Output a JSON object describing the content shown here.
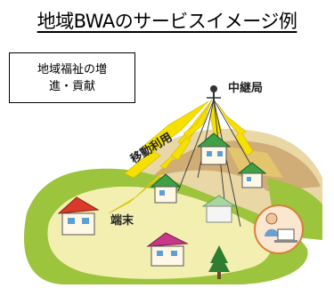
{
  "title": "地域BWAのサービスイメージ例",
  "note": {
    "line1": "地域福祉の増",
    "line2": "進・貢献"
  },
  "labels": {
    "base_station": "中継局",
    "mobile": "移動利用",
    "terminal": "端末"
  },
  "colors": {
    "beam": "#f5e000",
    "ground_green": "#9cc43c",
    "field_yellow": "#f2efb0",
    "hill_brown": "#c9a36a",
    "house_red": "#d93a2a",
    "house_green": "#3fa046",
    "house_magenta": "#c8378a"
  }
}
